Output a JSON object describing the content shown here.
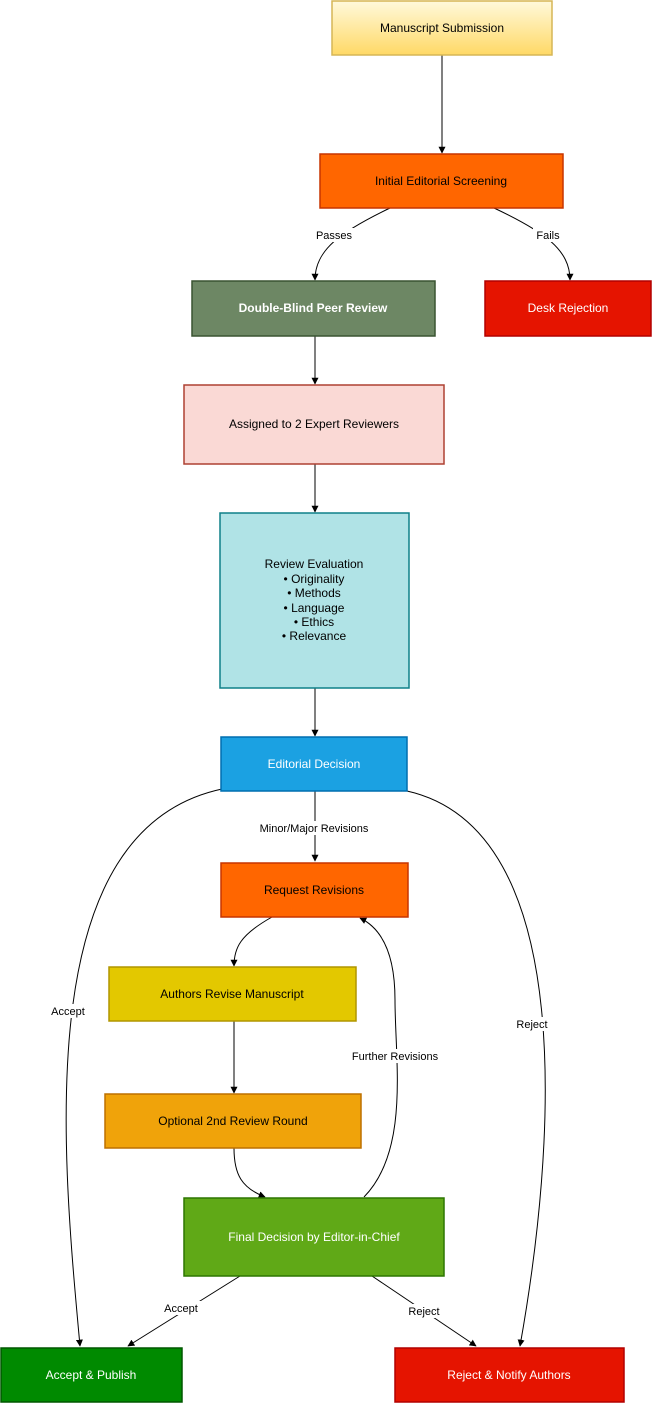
{
  "nodes": {
    "submission": {
      "label": "Manuscript Submission",
      "fill": "#FFE599",
      "stroke": "#D6B656",
      "text_color": "#000000"
    },
    "screening": {
      "label": "Initial Editorial Screening",
      "fill": "#FF6600",
      "stroke": "#C73500",
      "text_color": "#000000"
    },
    "peer_review": {
      "label": "Double-Blind Peer Review",
      "fill": "#6D8764",
      "stroke": "#3A5431",
      "text_color": "#FFFFFF"
    },
    "desk_rejection": {
      "label": "Desk Rejection",
      "fill": "#E51400",
      "stroke": "#B20000",
      "text_color": "#FFFFFF"
    },
    "assigned": {
      "label": "Assigned to 2 Expert Reviewers",
      "fill": "#FAD9D5",
      "stroke": "#AE4132",
      "text_color": "#000000"
    },
    "evaluation": {
      "title": "Review Evaluation",
      "items": [
        "• Originality",
        "• Methods",
        "• Language",
        "• Ethics",
        "• Relevance"
      ],
      "fill": "#B0E3E6",
      "stroke": "#0E8088",
      "text_color": "#000000"
    },
    "editorial_decision": {
      "label": "Editorial Decision",
      "fill": "#1BA1E2",
      "stroke": "#006EAF",
      "text_color": "#FFFFFF"
    },
    "request_revisions": {
      "label": "Request Revisions",
      "fill": "#FF6600",
      "stroke": "#C73500",
      "text_color": "#000000"
    },
    "authors_revise": {
      "label": "Authors Revise Manuscript",
      "fill": "#E3C800",
      "stroke": "#B09500",
      "text_color": "#000000"
    },
    "second_review": {
      "label": "Optional 2nd Review Round",
      "fill": "#F0A30A",
      "stroke": "#BD7000",
      "text_color": "#000000"
    },
    "final_decision": {
      "label": "Final Decision by Editor-in-Chief",
      "fill": "#60A917",
      "stroke": "#2D7600",
      "text_color": "#FFFFFF"
    },
    "accept_publish": {
      "label": "Accept & Publish",
      "fill": "#008A00",
      "stroke": "#005700",
      "text_color": "#FFFFFF"
    },
    "reject_notify": {
      "label": "Reject & Notify Authors",
      "fill": "#E51400",
      "stroke": "#B20000",
      "text_color": "#FFFFFF"
    }
  },
  "edges": {
    "passes": "Passes",
    "fails": "Fails",
    "minor_major": "Minor/Major Revisions",
    "accept_left": "Accept",
    "reject_right": "Reject",
    "further_revisions": "Further Revisions",
    "accept_final": "Accept",
    "reject_final": "Reject"
  }
}
